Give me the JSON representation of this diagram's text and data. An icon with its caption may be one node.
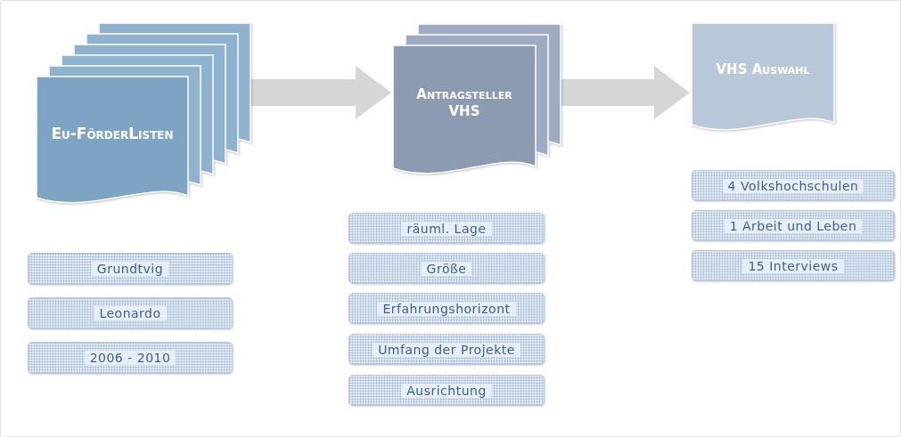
{
  "diagram": {
    "nodes": [
      {
        "text": [
          "Eu-FörderListen"
        ]
      },
      {
        "text": [
          "Antragsteller VHS"
        ]
      },
      {
        "text": [
          "VHS Auswahl"
        ]
      },
      {
        "text": [
          "Grundtvig"
        ]
      },
      {
        "text": [
          "Leonardo"
        ]
      },
      {
        "text": [
          "2006 - 2010"
        ]
      },
      {
        "text": [
          "räuml. Lage"
        ]
      },
      {
        "text": [
          "Größe"
        ]
      },
      {
        "text": [
          "Erfahrungshorizont"
        ]
      },
      {
        "text": [
          "Umfang der Projekte"
        ]
      },
      {
        "text": [
          "Ausrichtung"
        ]
      },
      {
        "text": [
          "4 Volkshochschulen"
        ]
      },
      {
        "text": [
          "1 Arbeit und Leben"
        ]
      },
      {
        "text": [
          "15 Interviews"
        ]
      }
    ],
    "edges": [
      {
        "from": 0,
        "to": 1,
        "arrow": "to"
      },
      {
        "from": 1,
        "to": 2,
        "arrow": "to"
      }
    ]
  }
}
